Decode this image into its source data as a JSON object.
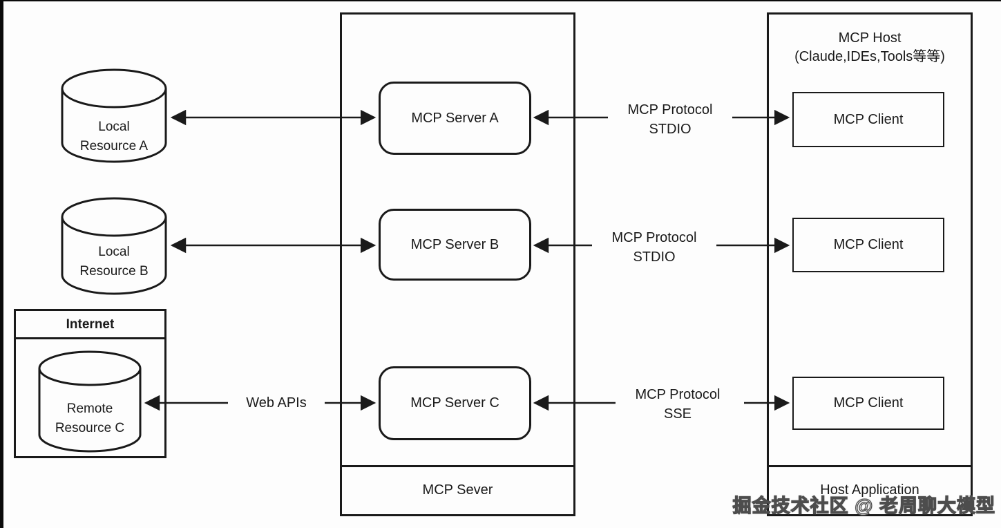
{
  "page": {
    "background": "#fdfdfd",
    "line_color": "#1a1a1a"
  },
  "resources": {
    "local_a": {
      "line1": "Local",
      "line2": "Resource A"
    },
    "local_b": {
      "line1": "Local",
      "line2": "Resource B"
    },
    "internet": {
      "title": "Internet"
    },
    "remote_c": {
      "line1": "Remote",
      "line2": "Resource C"
    }
  },
  "servers": {
    "footer": "MCP Sever",
    "a": "MCP Server A",
    "b": "MCP Server B",
    "c": "MCP Server C"
  },
  "host": {
    "title_line1": "MCP Host",
    "title_line2": "(Claude,IDEs,Tools等等)",
    "footer": "Host Application",
    "client_a": "MCP Client",
    "client_b": "MCP Client",
    "client_c": "MCP Client"
  },
  "links": {
    "stdio_a": {
      "line1": "MCP Protocol",
      "line2": "STDIO"
    },
    "stdio_b": {
      "line1": "MCP Protocol",
      "line2": "STDIO"
    },
    "sse": {
      "line1": "MCP Protocol",
      "line2": "SSE"
    },
    "web_apis": "Web APIs"
  },
  "watermark": "掘金技术社区 @ 老周聊大模型"
}
